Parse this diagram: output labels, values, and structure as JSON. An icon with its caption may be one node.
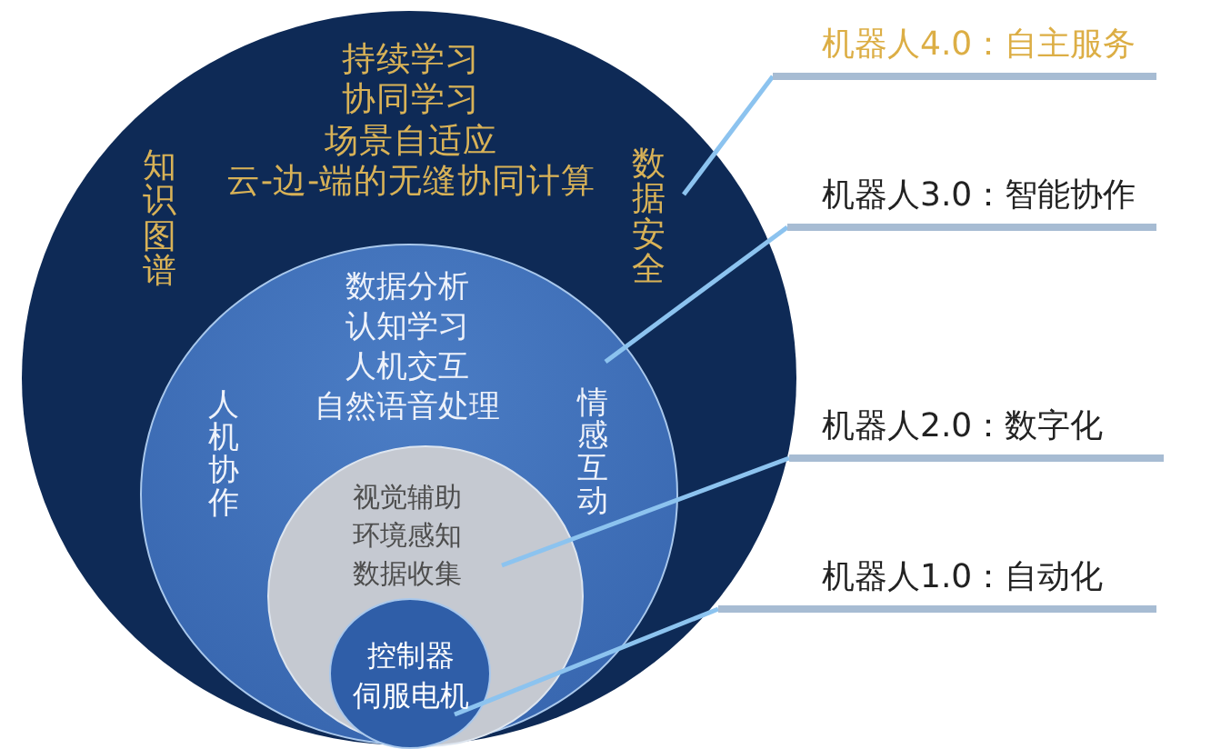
{
  "diagram": {
    "nodes": [
      {
        "text": [
          "持续学习",
          "协同学习",
          "场景自适应",
          "知识图谱",
          "云-边-端的无缝协同计算",
          "数据安全"
        ]
      },
      {
        "text": [
          "数据分析",
          "认知学习",
          "人机交互",
          "人机协作",
          "自然语音处理",
          "情感互动"
        ],
        "in": 0
      },
      {
        "text": [
          "视觉辅助",
          "环境感知",
          "数据收集"
        ],
        "in": 1
      },
      {
        "text": [
          "控制器",
          "伺服电机"
        ],
        "in": 2
      },
      {
        "text": [
          "机器人4.0：自主服务"
        ]
      },
      {
        "text": [
          "机器人3.0：智能协作"
        ]
      },
      {
        "text": [
          "机器人2.0：数字化"
        ]
      },
      {
        "text": [
          "机器人1.0：自动化"
        ]
      }
    ],
    "edges": [
      {
        "from": 4,
        "to": 0,
        "arrow": "none"
      },
      {
        "from": 5,
        "to": 1,
        "arrow": "none"
      },
      {
        "from": 6,
        "to": 2,
        "arrow": "none"
      },
      {
        "from": 7,
        "to": 3,
        "arrow": "none"
      }
    ]
  }
}
